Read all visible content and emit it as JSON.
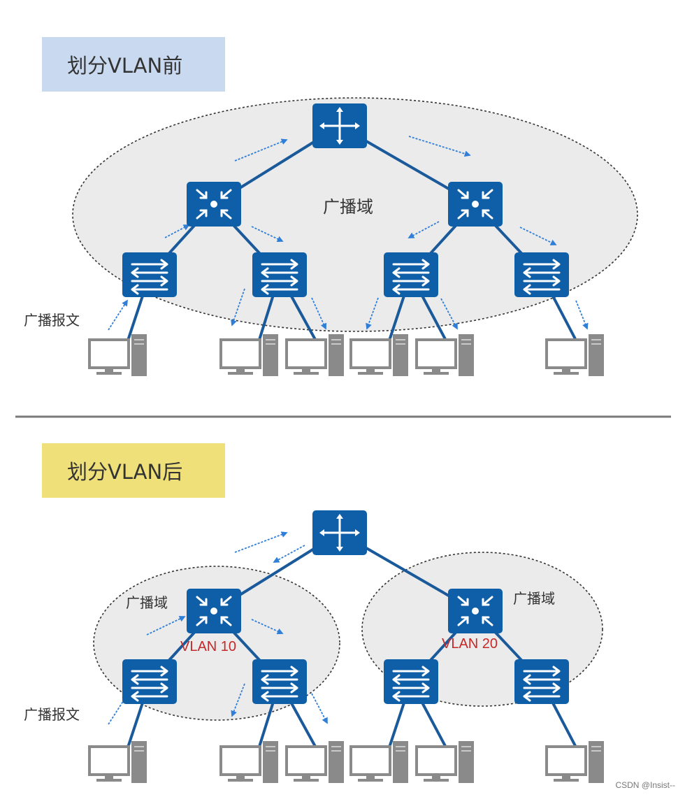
{
  "colors": {
    "device_blue": "#0f5fa8",
    "link_blue": "#1a5a9a",
    "arrow_blue": "#2f7ed8",
    "pc_gray": "#8a8a8a",
    "domain_fill": "#ebebeb",
    "label_before_bg": "#c9d9ef",
    "label_after_bg": "#f0e07a",
    "vlan_text": "#c62828",
    "divider": "#7a7a7a"
  },
  "icons": {
    "core_router": "router-icon",
    "aggregation_switch": "l3-switch-icon",
    "access_switch": "l2-switch-icon",
    "host": "pc-icon",
    "broadcast_flow": "dashed-arrow-icon"
  },
  "before": {
    "title": "划分VLAN前",
    "broadcast_domain_label": "广播域",
    "broadcast_packet_label": "广播报文"
  },
  "after": {
    "title": "划分VLAN后",
    "domain_left_label": "广播域",
    "domain_right_label": "广播域",
    "vlan_left": "VLAN 10",
    "vlan_right": "VLAN 20",
    "broadcast_packet_label": "广播报文"
  },
  "watermark": "CSDN @Insist--"
}
